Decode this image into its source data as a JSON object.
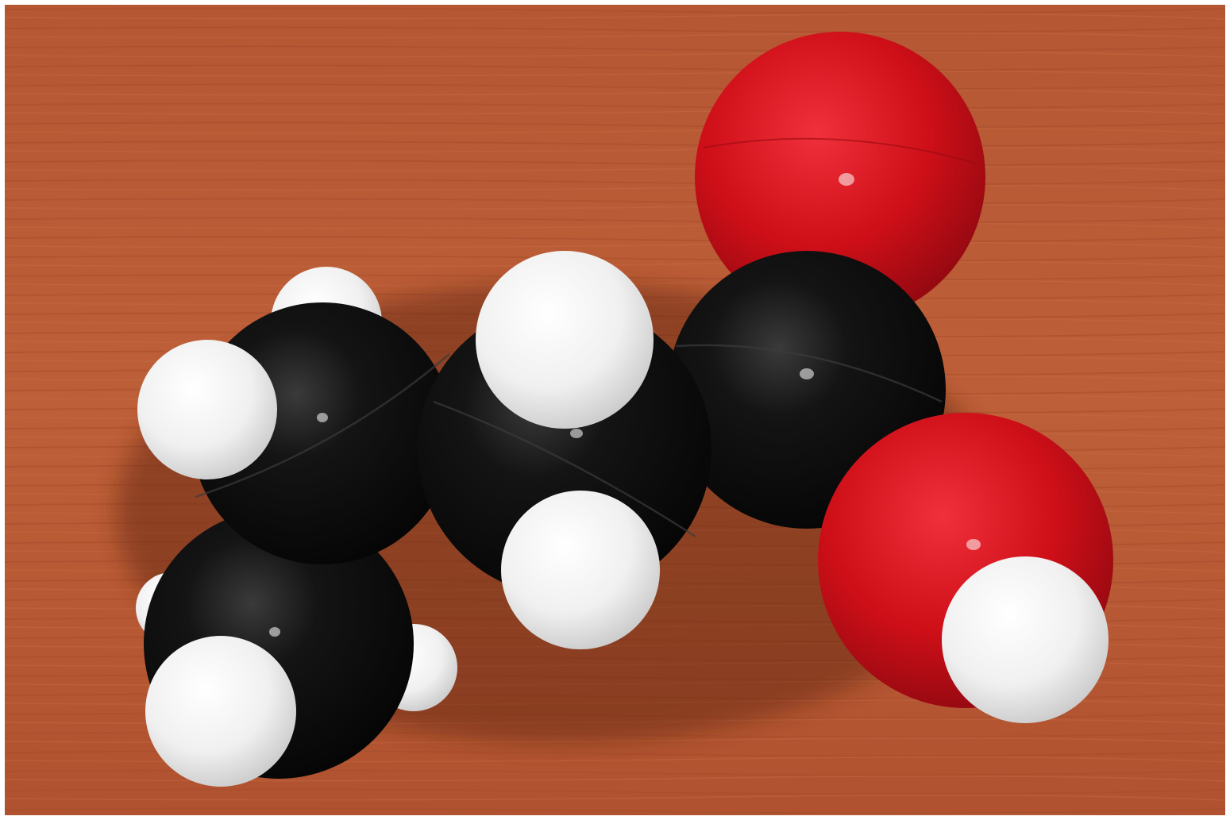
{
  "scene": {
    "colors": {
      "wood": "#b85a34",
      "wood_dark": "#9c4526",
      "carbon": "#111111",
      "hydrogen": "#f2f2f2",
      "oxygen": "#d0101a"
    },
    "atoms": [
      {
        "element": "O",
        "color": "#d0101a"
      },
      {
        "element": "O",
        "color": "#d0101a"
      },
      {
        "element": "C",
        "color": "#111111"
      },
      {
        "element": "C",
        "color": "#111111"
      },
      {
        "element": "C",
        "color": "#111111"
      },
      {
        "element": "C",
        "color": "#111111"
      },
      {
        "element": "H",
        "color": "#f2f2f2"
      }
    ]
  }
}
